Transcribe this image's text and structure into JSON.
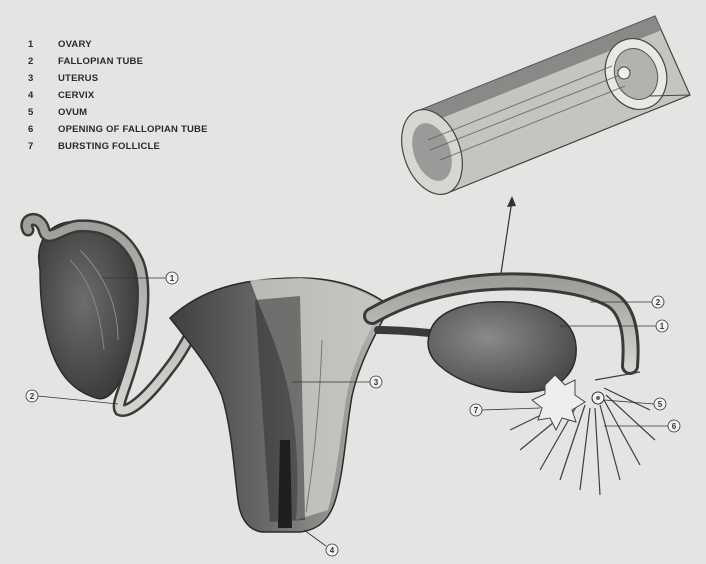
{
  "legend": {
    "items": [
      {
        "number": "1",
        "label": "OVARY"
      },
      {
        "number": "2",
        "label": "FALLOPIAN TUBE"
      },
      {
        "number": "3",
        "label": "UTERUS"
      },
      {
        "number": "4",
        "label": "CERVIX"
      },
      {
        "number": "5",
        "label": "OVUM"
      },
      {
        "number": "6",
        "label": "OPENING OF FALLOPIAN TUBE"
      },
      {
        "number": "7",
        "label": "BURSTING FOLLICLE"
      }
    ]
  },
  "callouts": {
    "ovary_left": "1",
    "tube_left": "2",
    "uterus": "3",
    "cervix": "4",
    "tube_right": "2",
    "ovary_right": "1",
    "ovum": "5",
    "follicle": "7",
    "opening": "6"
  },
  "colors": {
    "background": "#e4e4e2",
    "tissue_dark": "#4a4a4a",
    "tissue_mid": "#8a8a88",
    "tissue_light": "#c9c9c6"
  }
}
